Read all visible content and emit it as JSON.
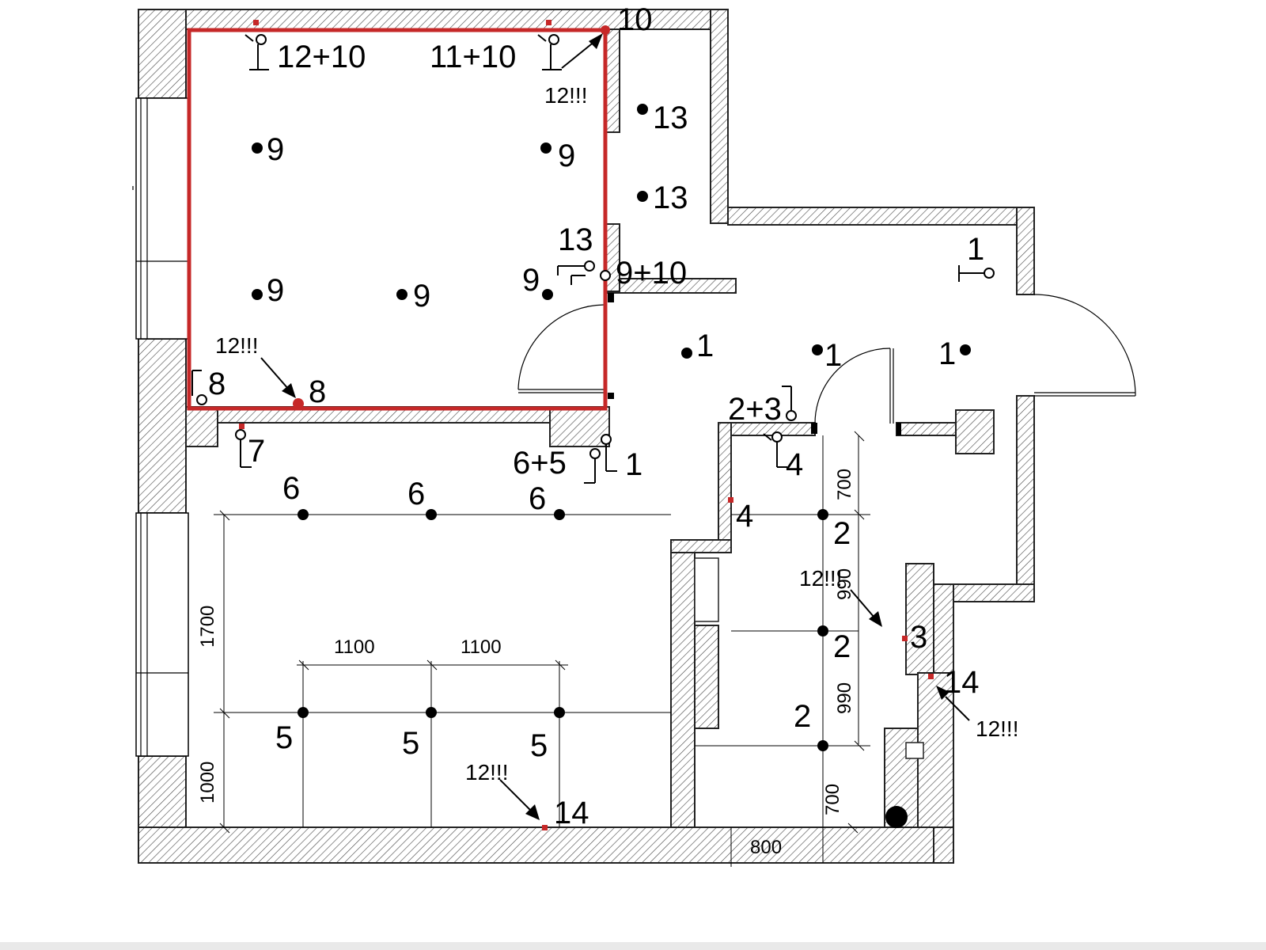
{
  "plan": {
    "point_labels": {
      "p12_10": "12+10",
      "p11_10": "11+10",
      "p10": "10",
      "p13_a": "13",
      "p13_b": "13",
      "p13_c": "13",
      "p9_a": "9",
      "p9_b": "9",
      "p9_c": "9",
      "p9_d": "9",
      "p9_e": "9",
      "p9_10": "9+10",
      "p8_a": "8",
      "p8_b": "8",
      "p7": "7",
      "p6_5": "6+5",
      "p6_a": "6",
      "p6_b": "6",
      "p6_c": "6",
      "p5_a": "5",
      "p5_b": "5",
      "p5_c": "5",
      "p1_a": "1",
      "p1_b": "1",
      "p1_c": "1",
      "p1_d": "1",
      "p1_e": "1",
      "p2_3": "2+3",
      "p4_a": "4",
      "p4_b": "4",
      "p2_a": "2",
      "p2_b": "2",
      "p2_c": "2",
      "p3": "3",
      "p14_a": "14",
      "p14_b": "14"
    },
    "notes": {
      "n12_top": "12!!!",
      "n12_left": "12!!!",
      "n12_bottom": "12!!!",
      "n12_right": "12!!!",
      "n12_corridor": "12!!!"
    },
    "dimensions": {
      "d1700": "1700",
      "d1000": "1000",
      "d1100_a": "1100",
      "d1100_b": "1100",
      "d700_top": "700",
      "d990_a": "990",
      "d990_b": "990",
      "d700_bottom": "700",
      "d800": "800"
    },
    "colors": {
      "highlight": "#c62828",
      "wall_outline": "#222222",
      "ink": "#000000"
    }
  }
}
